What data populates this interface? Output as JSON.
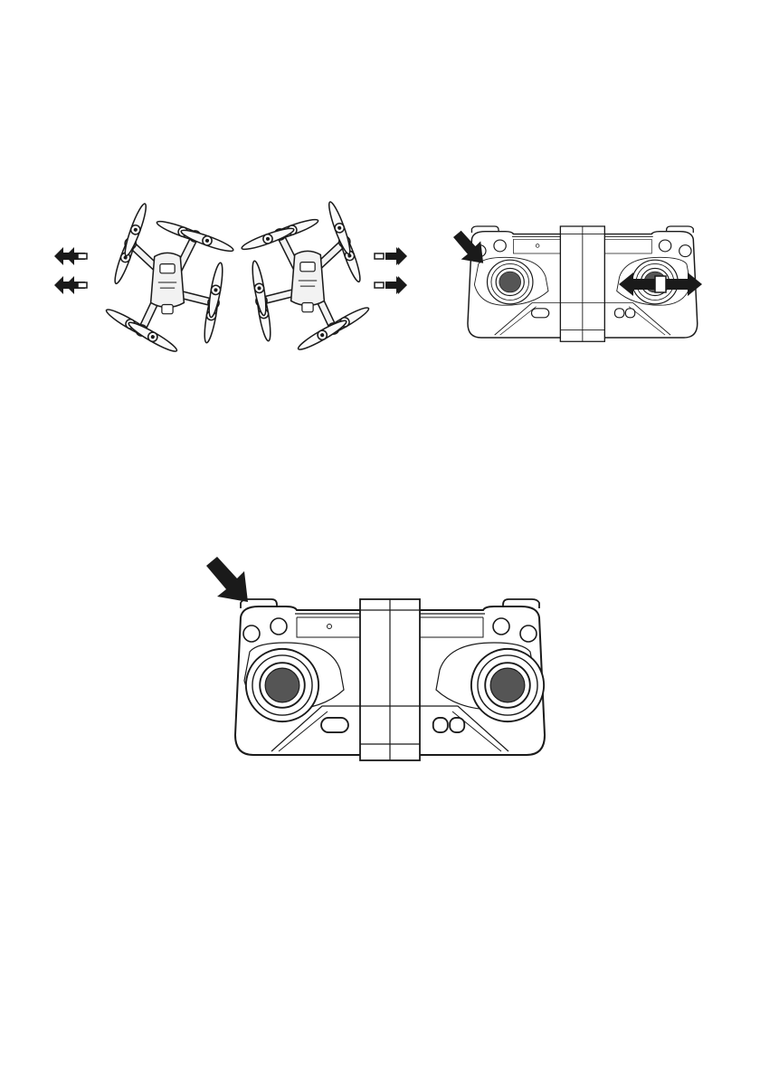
{
  "figures": [
    {
      "id": "figure-1",
      "description_visible_text": "",
      "panels": [
        "drone-left-flight",
        "drone-right-flight",
        "controller-right-stick-lateral"
      ]
    },
    {
      "id": "figure-2",
      "description_visible_text": "",
      "panels": [
        "controller-left-shoulder-button"
      ]
    }
  ],
  "icons": {
    "move_left": "double-left-arrow-icon",
    "move_right": "double-right-arrow-icon",
    "press_indicator": "press-arrow-icon",
    "stick_lateral": "bidirectional-arrow-icon"
  },
  "colors": {
    "ink": "#1a1a1a",
    "body_fill": "#ffffff",
    "drone_fill": "#f2f2f2",
    "stick_fill": "#555555"
  }
}
